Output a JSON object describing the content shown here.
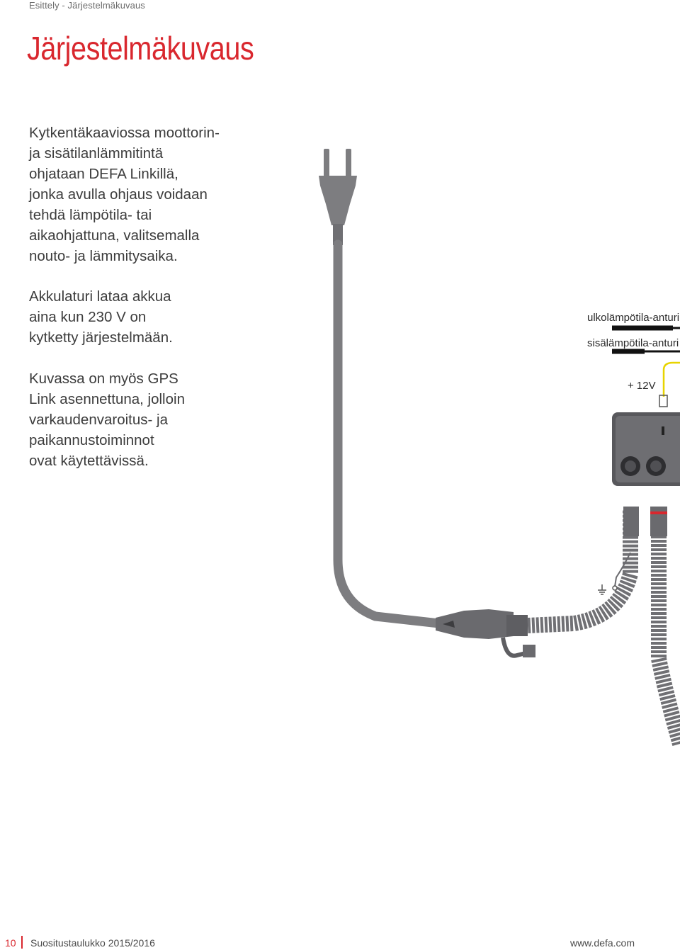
{
  "header": {
    "breadcrumb": "Esittely - Järjestelmäkuvaus",
    "title": "Järjestelmäkuvaus"
  },
  "paragraphs": [
    "Kytkentäkaaviossa moottorin-\nja sisätilanlämmitintä\nohjataan DEFA Linkillä,\njonka avulla ohjaus voidaan\ntehdä lämpötila- tai\naikaohjattuna, valitsemalla\nnouto- ja lämmitysaika.",
    "Akkulaturi lataa akkua\naina kun 230 V on\nkytketty järjestelmään.",
    "Kuvassa on myös GPS\nLink asennettuna, jolloin\nvarkaudenvaroitus- ja\npaikannustoiminnot\novat käytettävissä."
  ],
  "diagram": {
    "outdoor_sensor_label": "ulkolämpötila-anturi",
    "indoor_sensor_label": "sisälämpötila-anturi",
    "voltage_label": "+ 12V",
    "colors": {
      "cable": "#7d7d80",
      "cable_dark": "#5e5e62",
      "connector_red": "#d9272e",
      "wire_yellow": "#e8d400"
    }
  },
  "footer": {
    "page_number": "10",
    "document": "Suositustaulukko 2015/2016",
    "url": "www.defa.com"
  }
}
